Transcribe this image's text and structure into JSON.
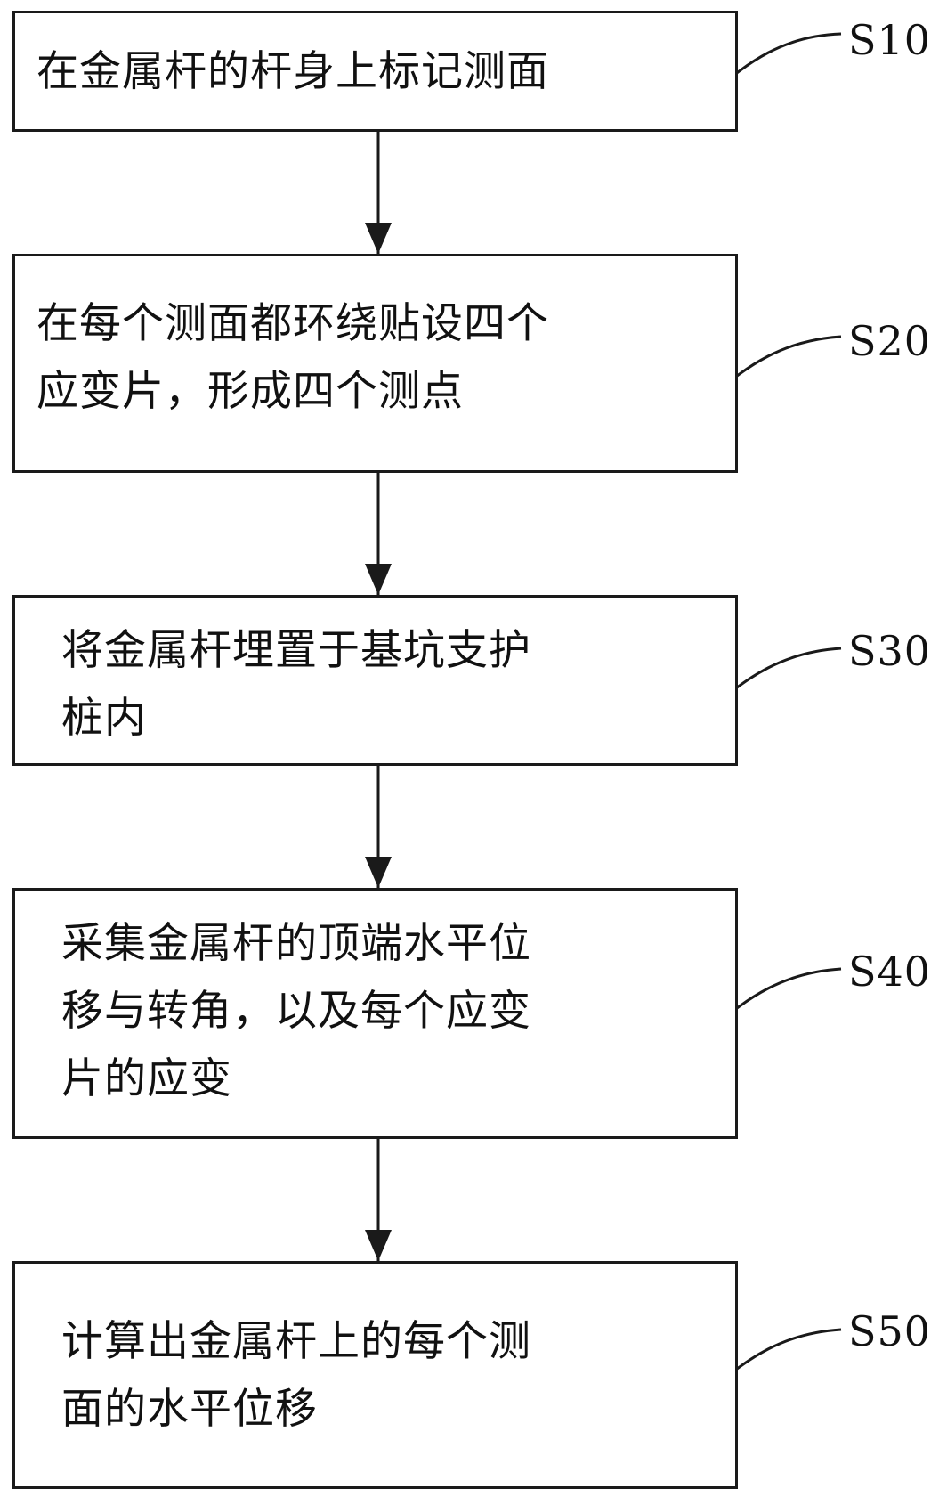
{
  "steps": [
    {
      "id": "S10",
      "label": "S10",
      "text": "在金属杆的杆身上标记测面"
    },
    {
      "id": "S20",
      "label": "S20",
      "text": "在每个测面都环绕贴设四个\n应变片，形成四个测点"
    },
    {
      "id": "S30",
      "label": "S30",
      "text": "将金属杆埋置于基坑支护\n桩内"
    },
    {
      "id": "S40",
      "label": "S40",
      "text": "采集金属杆的顶端水平位\n移与转角，以及每个应变\n片的应变"
    },
    {
      "id": "S50",
      "label": "S50",
      "text": "计算出金属杆上的每个测\n面的水平位移"
    }
  ],
  "colors": {
    "stroke": "#1a1a1a",
    "text": "#111111",
    "background": "#ffffff"
  }
}
